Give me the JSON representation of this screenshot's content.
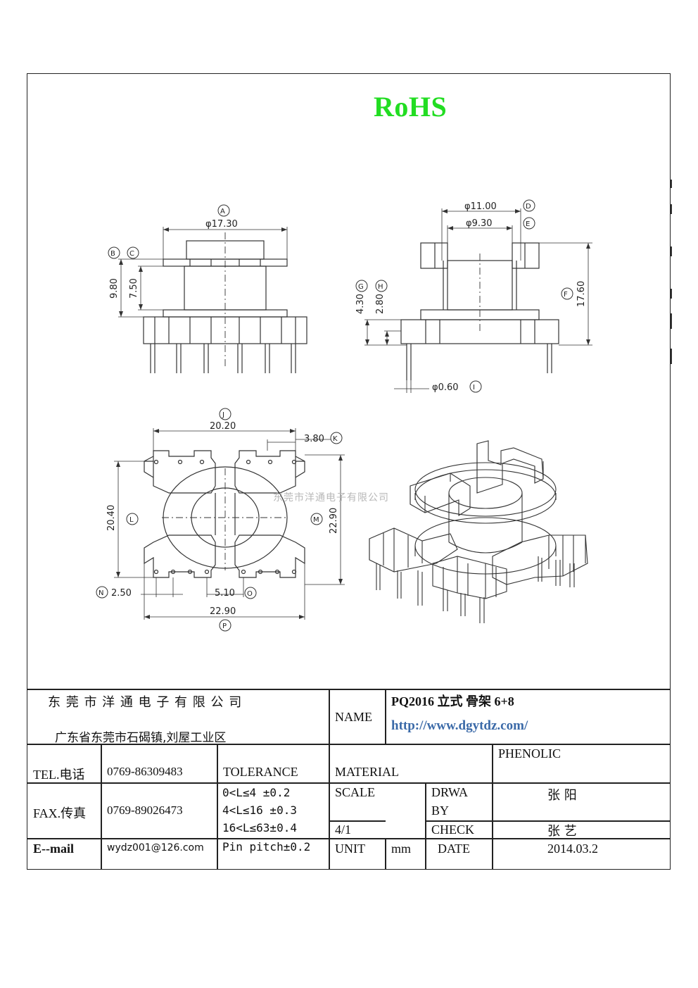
{
  "rohs": "RoHS",
  "watermark": "东莞市洋通电子有限公司",
  "dims": {
    "A": "A",
    "a_val": "φ17.30",
    "B": "B",
    "C": "C",
    "b_val": "9.80",
    "c_val": "7.50",
    "D": "D",
    "d_val": "φ11.00",
    "E": "E",
    "e_val": "φ9.30",
    "F": "F",
    "f_val": "17.60",
    "G": "G",
    "g_val": "4.30",
    "H": "H",
    "h_val": "2.80",
    "I": "I",
    "i_val": "φ0.60",
    "J": "J",
    "j_val": "20.20",
    "K": "K",
    "k_val": "3.80",
    "L": "L",
    "l_val": "20.40",
    "M": "M",
    "m_val": "22.90",
    "N": "N",
    "n_val": "2.50",
    "O": "O",
    "o_val": "5.10",
    "P": "P",
    "p_val": "22.90"
  },
  "title_block": {
    "company": "东 莞 市 洋 通 电 子 有 限 公 司",
    "address": "广东省东莞市石碣镇,刘屋工业区",
    "name_label": "NAME",
    "part_name": "PQ2016  立式  骨架  6+8",
    "url": "http://www.dgytdz.com/",
    "tel_label": "TEL.电话",
    "tel_value": "0769-86309483",
    "tolerance_label": "TOLERANCE",
    "material_label": "MATERIAL",
    "material_value": "PHENOLIC",
    "fax_label": "FAX.传真",
    "fax_value": "0769-89026473",
    "tol_1": "0<L≤4   ±0.2",
    "tol_2": "4<L≤16  ±0.3",
    "tol_3": "16<L≤63±0.4",
    "tol_4": "Pin pitch±0.2",
    "scale_label": "SCALE",
    "scale_value": "4/1",
    "drawn_label_1": "DRWA",
    "drawn_label_2": "BY",
    "drawn_value": "张  阳",
    "check_label": "CHECK",
    "check_value": "张  艺",
    "email_label": "E--mail",
    "email_value": "wydz001@126.com",
    "unit_label": "UNIT",
    "unit_value": "mm",
    "date_label": "DATE",
    "date_value": "2014.03.2"
  }
}
